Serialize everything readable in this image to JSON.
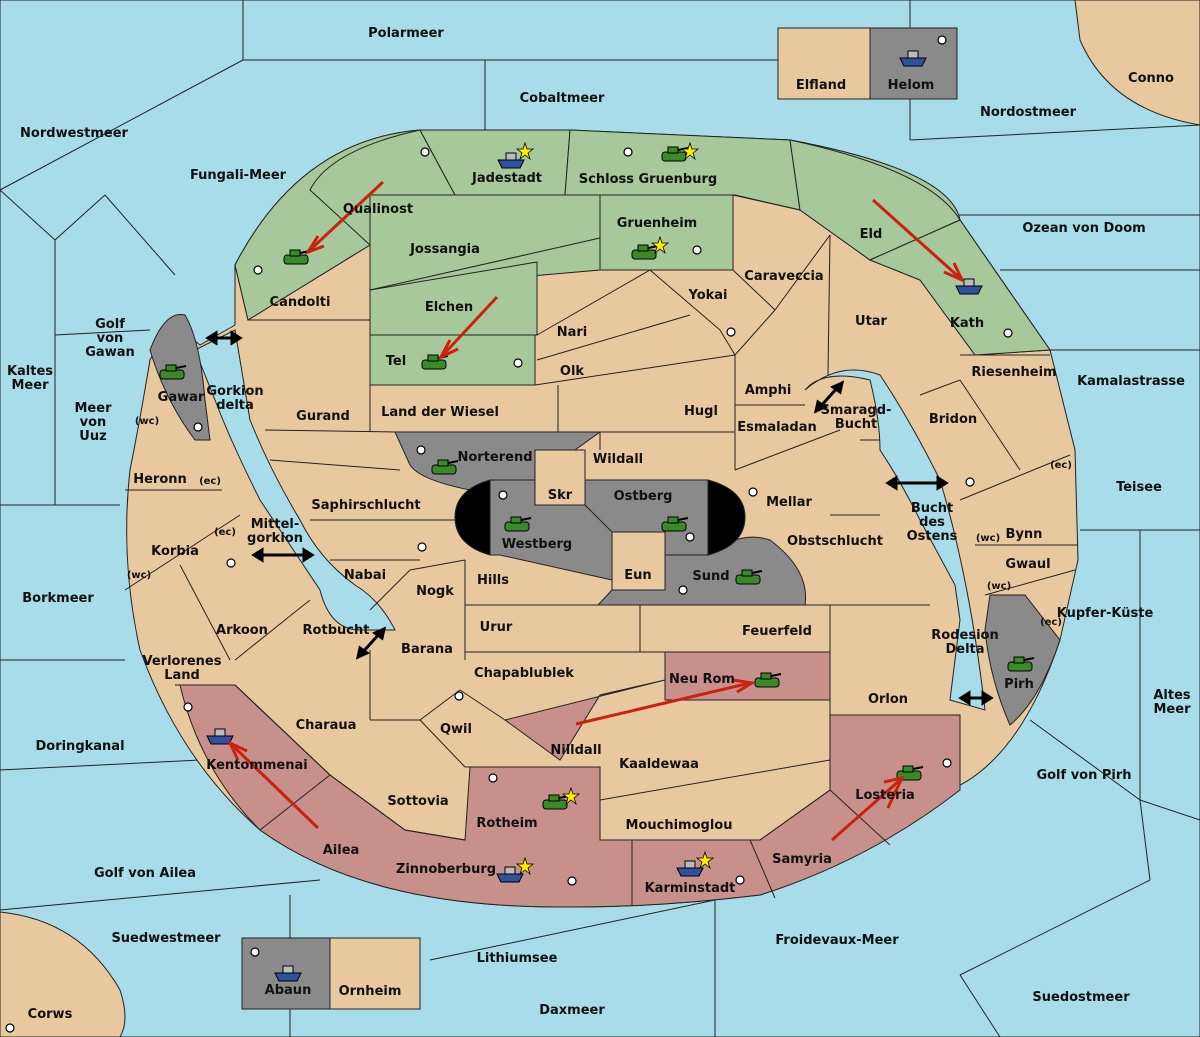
{
  "colors": {
    "sea": "#a8dce8",
    "land": "#e8c89f",
    "player_green": "#a6c89a",
    "player_red": "#c8908a",
    "neutral_gray": "#8a8a8a",
    "order_arrow": "#cc2010",
    "supply_star": "#ffee00"
  },
  "sea_labels": {
    "polarmeer": "Polarmeer",
    "cobaltmeer": "Cobaltmeer",
    "nordostmeer": "Nordostmeer",
    "nordwestmeer": "Nordwestmeer",
    "fungali": "Fungali-Meer",
    "ozean_doom": "Ozean von Doom",
    "golf_gawan": "Golf von Gawan",
    "kaltes_meer": "Kaltes Meer",
    "meer_uuz": "Meer von Uuz",
    "kamalastrasse": "Kamalastrasse",
    "teisee": "Teisee",
    "borkmeer": "Borkmeer",
    "kupfer_kueste": "Kupfer-Küste",
    "altes_meer": "Altes Meer",
    "doringkanal": "Doringkanal",
    "golf_pirh": "Golf von Pirh",
    "golf_ailea": "Golf von Ailea",
    "suedwestmeer": "Suedwestmeer",
    "lithiumsee": "Lithiumsee",
    "froidevaux": "Froidevaux-Meer",
    "daxmeer": "Daxmeer",
    "suedostmeer": "Suedostmeer",
    "gorkion_delta": "Gorkion delta",
    "mittelgorkion": "Mittel- gorkion",
    "rotbucht": "Rotbucht",
    "smaragd": "Smaragd- Bucht",
    "bucht_ostens": "Bucht des Ostens",
    "rodesion": "Rodesion Delta"
  },
  "land_labels": {
    "conno": "Conno",
    "corws": "Corws",
    "elfland": "Elfland",
    "helom": "Helom",
    "abaun": "Abaun",
    "ornheim": "Ornheim",
    "jadestadt": "Jadestadt",
    "schloss": "Schloss Gruenburg",
    "qualinost": "Qualinost",
    "jossangia": "Jossangia",
    "gruenheim": "Gruenheim",
    "eld": "Eld",
    "candolti": "Candolti",
    "caraveccia": "Caraveccia",
    "yokai": "Yokai",
    "elchen": "Elchen",
    "nari": "Nari",
    "utar": "Utar",
    "kath": "Kath",
    "tel": "Tel",
    "olk": "Olk",
    "amphi": "Amphi",
    "riesenheim": "Riesenheim",
    "gawar": "Gawar",
    "gurand": "Gurand",
    "land_wiesel": "Land der Wiesel",
    "hugl": "Hugl",
    "esmaladan": "Esmaladan",
    "bridon": "Bridon",
    "norterend": "Norterend",
    "wildall": "Wildall",
    "heronn": "Heronn",
    "skr": "Skr",
    "ostberg": "Ostberg",
    "mellar": "Mellar",
    "saphirschlucht": "Saphirschlucht",
    "westberg": "Westberg",
    "obstschlucht": "Obstschlucht",
    "bynn": "Bynn",
    "korbia": "Korbia",
    "nabai": "Nabai",
    "hills": "Hills",
    "eun": "Eun",
    "sund": "Sund",
    "gwaul": "Gwaul",
    "nogk": "Nogk",
    "arkoon": "Arkoon",
    "urur": "Urur",
    "feuerfeld": "Feuerfeld",
    "barana": "Barana",
    "verlorenes": "Verlorenes Land",
    "chapablublek": "Chapablublek",
    "neu_rom": "Neu Rom",
    "pirh": "Pirh",
    "orlon": "Orlon",
    "charaua": "Charaua",
    "qwil": "Qwil",
    "nilldall": "Nilldall",
    "kentommenai": "Kentommenai",
    "kaaldewaa": "Kaaldewaa",
    "losteria": "Losteria",
    "sottovia": "Sottovia",
    "rotheim": "Rotheim",
    "mouchimoglou": "Mouchimoglou",
    "ailea": "Ailea",
    "samyria": "Samyria",
    "zinnoberburg": "Zinnoberburg",
    "karminstadt": "Karminstadt"
  },
  "coast_tags": {
    "wc": "(wc)",
    "ec": "(ec)"
  },
  "units": [
    {
      "type": "fleet",
      "color": "blue",
      "province": "Helom"
    },
    {
      "type": "fleet",
      "color": "blue",
      "province": "Jadestadt"
    },
    {
      "type": "army",
      "color": "green",
      "province": "Schloss Gruenburg"
    },
    {
      "type": "army",
      "color": "green",
      "province": "Gruenheim"
    },
    {
      "type": "army",
      "color": "green",
      "province": "Candolti"
    },
    {
      "type": "army",
      "color": "green",
      "province": "Tel"
    },
    {
      "type": "fleet",
      "color": "blue",
      "province": "Kath"
    },
    {
      "type": "army",
      "color": "green",
      "province": "Gawar"
    },
    {
      "type": "army",
      "color": "green",
      "province": "Norterend"
    },
    {
      "type": "army",
      "color": "green",
      "province": "Westberg"
    },
    {
      "type": "army",
      "color": "green",
      "province": "Ostberg"
    },
    {
      "type": "army",
      "color": "green",
      "province": "Sund"
    },
    {
      "type": "army",
      "color": "green",
      "province": "Pirh"
    },
    {
      "type": "army",
      "color": "green",
      "province": "Neu Rom"
    },
    {
      "type": "fleet",
      "color": "blue",
      "province": "Kentommenai"
    },
    {
      "type": "army",
      "color": "green",
      "province": "Rotheim"
    },
    {
      "type": "army",
      "color": "green",
      "province": "Losteria"
    },
    {
      "type": "fleet",
      "color": "blue",
      "province": "Zinnoberburg"
    },
    {
      "type": "fleet",
      "color": "blue",
      "province": "Karminstadt"
    },
    {
      "type": "fleet",
      "color": "blue",
      "province": "Abaun"
    }
  ]
}
